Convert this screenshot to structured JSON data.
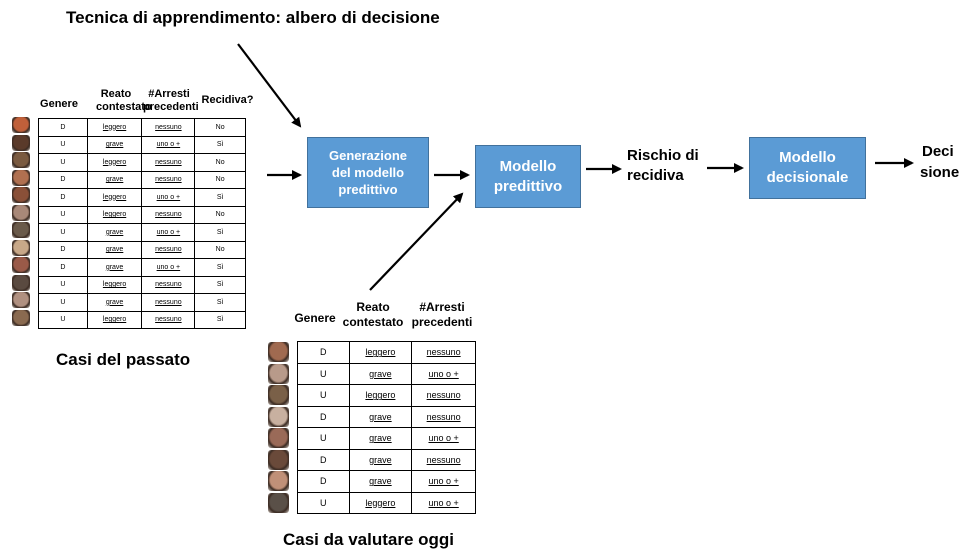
{
  "title": "Tecnica di apprendimento: albero di decisione",
  "past": {
    "caption": "Casi del passato",
    "headers": {
      "genere": "Genere",
      "reato": "Reato\ncontestato",
      "arresti": "#Arresti\nprecedenti",
      "recidiva": "Recidiva?"
    },
    "rows": [
      [
        "D",
        "leggero",
        "nessuno",
        "No"
      ],
      [
        "U",
        "grave",
        "uno o +",
        "Sì"
      ],
      [
        "U",
        "leggero",
        "nessuno",
        "No"
      ],
      [
        "D",
        "grave",
        "nessuno",
        "No"
      ],
      [
        "D",
        "leggero",
        "uno o +",
        "Sì"
      ],
      [
        "U",
        "leggero",
        "nessuno",
        "No"
      ],
      [
        "U",
        "grave",
        "uno o +",
        "Sì"
      ],
      [
        "D",
        "grave",
        "nessuno",
        "No"
      ],
      [
        "D",
        "grave",
        "uno o +",
        "Sì"
      ],
      [
        "U",
        "leggero",
        "nessuno",
        "Sì"
      ],
      [
        "U",
        "grave",
        "nessuno",
        "Sì"
      ],
      [
        "U",
        "leggero",
        "nessuno",
        "Sì"
      ]
    ]
  },
  "today": {
    "caption": "Casi da  valutare oggi",
    "headers": {
      "genere": "Genere",
      "reato": "Reato\ncontestato",
      "arresti": "#Arresti\nprecedenti"
    },
    "rows": [
      [
        "D",
        "leggero",
        "nessuno"
      ],
      [
        "U",
        "grave",
        "uno o  +"
      ],
      [
        "U",
        "leggero",
        "nessuno"
      ],
      [
        "D",
        "grave",
        "nessuno"
      ],
      [
        "U",
        "grave",
        "uno o  +"
      ],
      [
        "D",
        "grave",
        "nessuno"
      ],
      [
        "D",
        "grave",
        "uno o  +"
      ],
      [
        "U",
        "leggero",
        "uno o +"
      ]
    ]
  },
  "boxes": {
    "generazione": "Generazione del modello predittivo",
    "modello_predittivo": "Modello predittivo",
    "modello_decisionale": "Modello decisionale"
  },
  "labels": {
    "rischio": "Rischio di recidiva",
    "decisione_1": "Deci",
    "decisione_2": "sione"
  },
  "colors": {
    "box_fill": "#5b9bd5",
    "box_border": "#41719c"
  },
  "face_colors_past": [
    "#c0603a",
    "#5a3a2a",
    "#7a5a40",
    "#b07050",
    "#8a5038",
    "#a88878",
    "#6a5a4a",
    "#c8a888",
    "#9a5a48",
    "#5a4a40",
    "#b09080",
    "#8a6a50"
  ],
  "face_colors_today": [
    "#a06a50",
    "#b89a8a",
    "#7a6048",
    "#c8b0a0",
    "#9a6a58",
    "#6a4a3a",
    "#c09078",
    "#5a5048"
  ]
}
